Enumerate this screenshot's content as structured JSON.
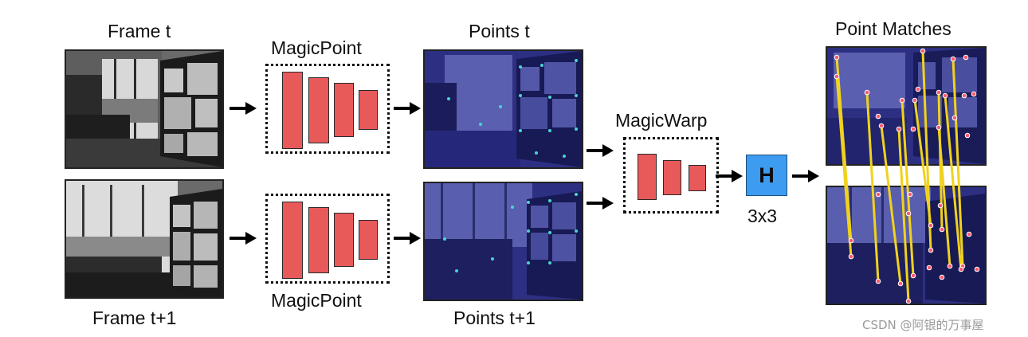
{
  "labels": {
    "frame_t": "Frame t",
    "frame_t1": "Frame t+1",
    "magicpoint_top": "MagicPoint",
    "magicpoint_bottom": "MagicPoint",
    "points_t": "Points t",
    "points_t1": "Points t+1",
    "magicwarp": "MagicWarp",
    "homography_symbol": "H",
    "homography_size": "3x3",
    "point_matches": "Point Matches"
  },
  "watermark": "CSDN @阿银的万事屋",
  "colors": {
    "network_bar": "#e8595a",
    "homography_box": "#3d9bf0",
    "match_line": "#f0d21e",
    "match_point": "#ff5a6e",
    "heatmap_bg": "#2c2f82"
  },
  "icons": {
    "arrow": "right-arrow-icon",
    "network": "cnn-encoder-icon"
  }
}
